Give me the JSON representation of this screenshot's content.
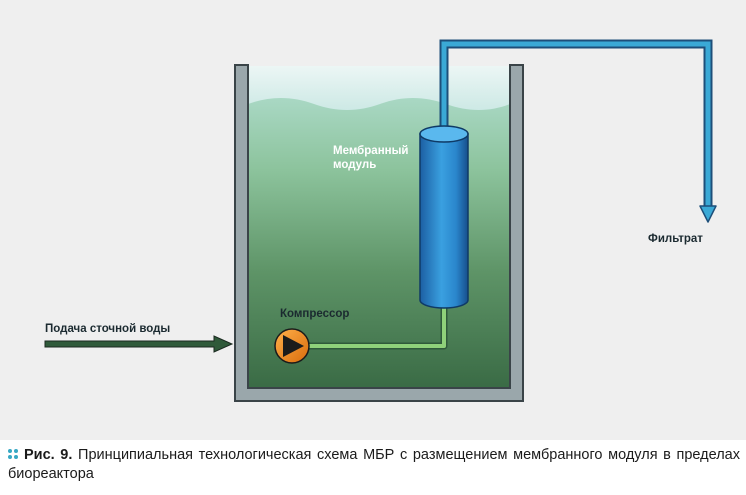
{
  "diagram": {
    "labels": {
      "membrane_module": [
        "Мембранный",
        "модуль"
      ],
      "filtrate": "Фильтрат",
      "compressor": "Компрессор",
      "wastewater_feed": "Подача сточной воды"
    },
    "colors": {
      "background": "#efefef",
      "tank_wall": "#9aa7ab",
      "water_top": "#c9e7e0",
      "water_bottom": "#3a6b45",
      "membrane_module": "#2f8fd0",
      "filtrate_pipe": "#3aa9d6",
      "air_pipe": "#8fd17a",
      "compressor": "#f08a1e",
      "feed_arrow": "#2f5a3a"
    }
  },
  "caption": {
    "label": "Рис. 9.",
    "text": "Принципиальная технологическая схема МБР с размещением мембранного модуля в пределах биореактора"
  }
}
